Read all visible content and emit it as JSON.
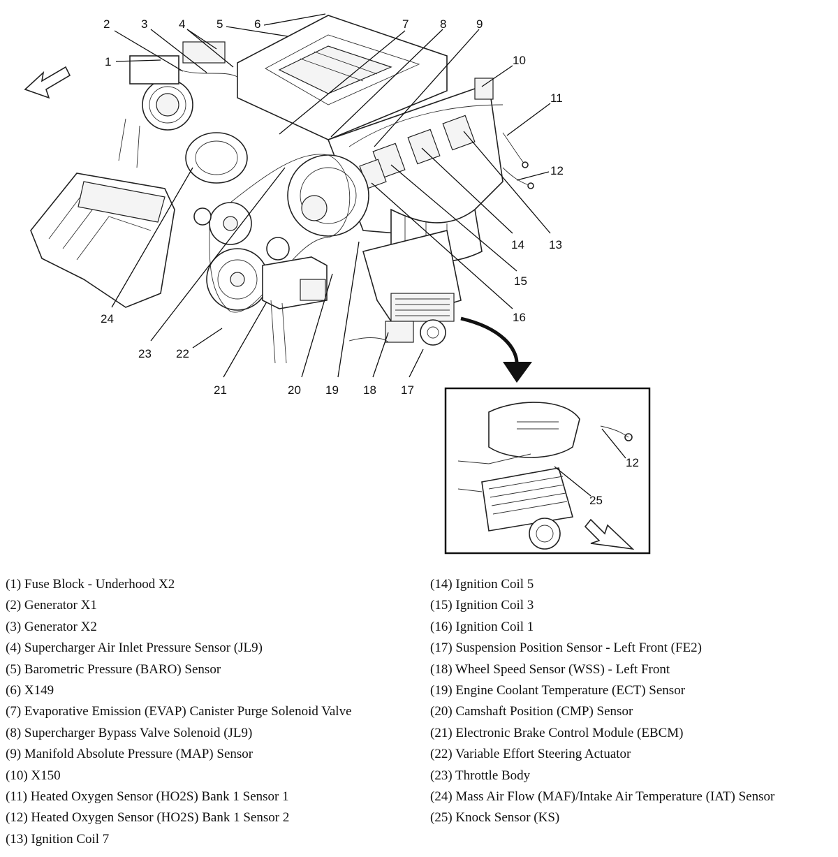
{
  "callouts": [
    "1",
    "2",
    "3",
    "4",
    "5",
    "6",
    "7",
    "8",
    "9",
    "10",
    "11",
    "12",
    "13",
    "14",
    "15",
    "16",
    "17",
    "18",
    "19",
    "20",
    "21",
    "22",
    "23",
    "24",
    "25"
  ],
  "inset_callouts": [
    "12",
    "25"
  ],
  "legend_left": [
    "(1)  Fuse Block - Underhood X2",
    "(2)  Generator X1",
    "(3)  Generator X2",
    "(4)  Supercharger Air Inlet Pressure Sensor (JL9)",
    "(5)  Barometric Pressure (BARO) Sensor",
    "(6)  X149",
    "(7)  Evaporative Emission (EVAP) Canister Purge Solenoid Valve",
    "(8)  Supercharger Bypass Valve Solenoid (JL9)",
    "(9)  Manifold Absolute Pressure (MAP) Sensor",
    "(10) X150",
    "(11) Heated Oxygen Sensor (HO2S) Bank 1 Sensor 1",
    "(12) Heated Oxygen Sensor (HO2S) Bank 1 Sensor 2",
    "(13) Ignition Coil 7"
  ],
  "legend_right": [
    "(14) Ignition Coil 5",
    "(15) Ignition Coil 3",
    "(16) Ignition Coil 1",
    "(17) Suspension Position Sensor - Left Front (FE2)",
    "(18) Wheel Speed Sensor (WSS) - Left Front",
    "(19) Engine Coolant Temperature (ECT) Sensor",
    "(20) Camshaft Position (CMP) Sensor",
    "(21) Electronic Brake Control Module (EBCM)",
    "(22) Variable Effort Steering Actuator",
    "(23) Throttle Body",
    "(24) Mass Air Flow (MAF)/Intake Air Temperature (IAT) Sensor",
    "(25) Knock Sensor (KS)"
  ]
}
